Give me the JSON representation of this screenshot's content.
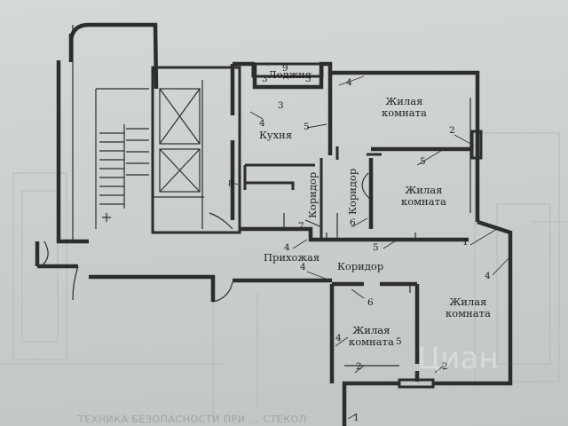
{
  "rooms": {
    "loggia": "Лоджия",
    "kitchen": "Кухня",
    "living_1": [
      "Жилая",
      "комната"
    ],
    "living_2": [
      "Жилая",
      "комната"
    ],
    "living_3": [
      "Жилая",
      "комната"
    ],
    "living_4": [
      "Жилая",
      "комната"
    ],
    "corridor_1": "Коридор",
    "corridor_2": "Коридор",
    "corridor_3": "Коридор",
    "hallway": "Прихожая"
  },
  "callouts": [
    "9",
    "3",
    "3",
    "3",
    "4",
    "4",
    "5",
    "2",
    "5",
    "8",
    "6",
    "7",
    "4",
    "5",
    "1",
    "4",
    "4",
    "6",
    "4",
    "5",
    "2",
    "2",
    "1"
  ],
  "background_text": {
    "watermark": "Циан",
    "caption": "ТЕХНИКА БЕЗОПАСНОСТИ ПРИ ... СТЕКОЛ"
  }
}
